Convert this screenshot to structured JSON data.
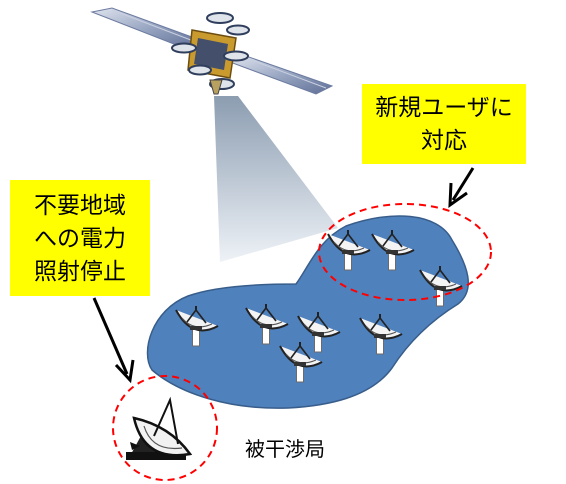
{
  "callouts": {
    "new_users": {
      "line1": "新規ユーザに",
      "line2": "対応"
    },
    "stop_power": {
      "line1": "不要地域",
      "line2": "への電力",
      "line3": "照射停止"
    }
  },
  "labels": {
    "interfered_station": "被干渉局"
  },
  "colors": {
    "region_fill": "#4f81bd",
    "region_stroke": "#385d8a",
    "callout_fill": "#ffff00",
    "dashed_circle": "#ff0000",
    "beam_top": "#8c9db1",
    "beam_bottom": "#eef2f7"
  },
  "icons": [
    "satellite-icon",
    "dish-antenna-icon",
    "large-dish-antenna-icon",
    "arrow-icon"
  ]
}
